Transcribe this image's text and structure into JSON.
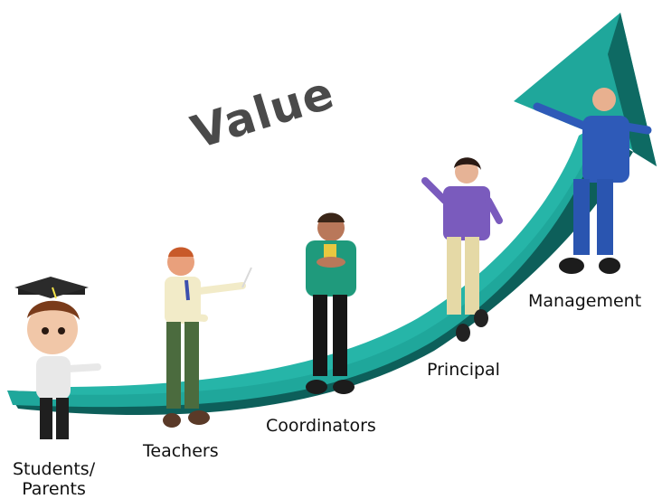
{
  "diagram": {
    "title": "Value",
    "stages": [
      {
        "label": "Students/\nParents",
        "line1": "Students/",
        "line2": "Parents"
      },
      {
        "label": "Teachers"
      },
      {
        "label": "Coordinators"
      },
      {
        "label": "Principal"
      },
      {
        "label": "Management"
      }
    ]
  },
  "colors": {
    "arrow_top": "#1fa79b",
    "arrow_side": "#0d5f5a",
    "title": "#4a4a4a",
    "label": "#111111"
  }
}
